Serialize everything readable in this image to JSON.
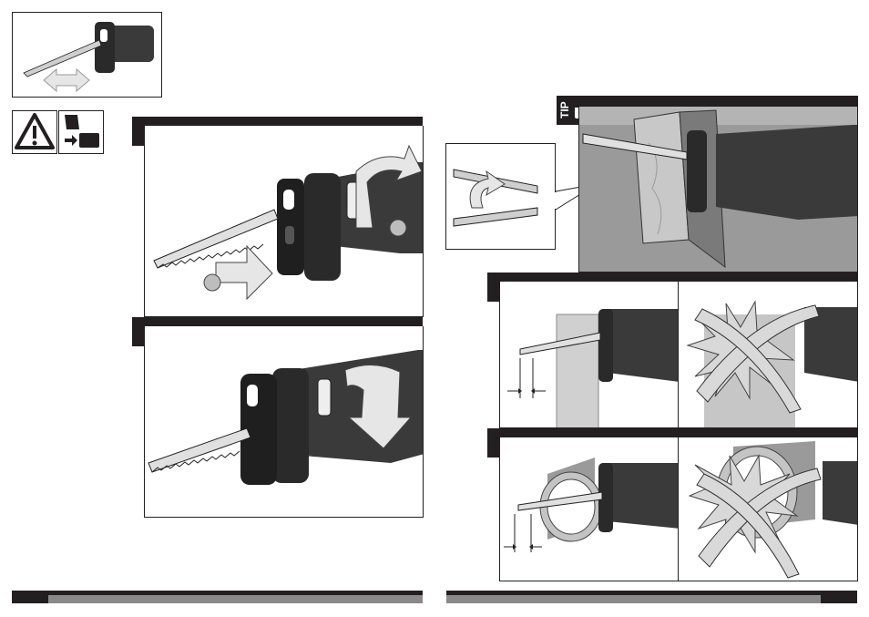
{
  "tip_label": "TIP",
  "figure_steps": [
    {
      "id": "step-1",
      "label": ""
    },
    {
      "id": "step-2",
      "label": ""
    },
    {
      "id": "step-3",
      "label": ""
    },
    {
      "id": "step-4",
      "label": ""
    }
  ],
  "footer": {
    "left_page_number": "",
    "right_page_number": ""
  },
  "colors": {
    "ink": "#231f20",
    "tool_body": "#3a3a3a",
    "arrow_fill": "#e6e6e6",
    "wood": "#bdbdbd",
    "footer_stripe": "#8a8a8a"
  }
}
